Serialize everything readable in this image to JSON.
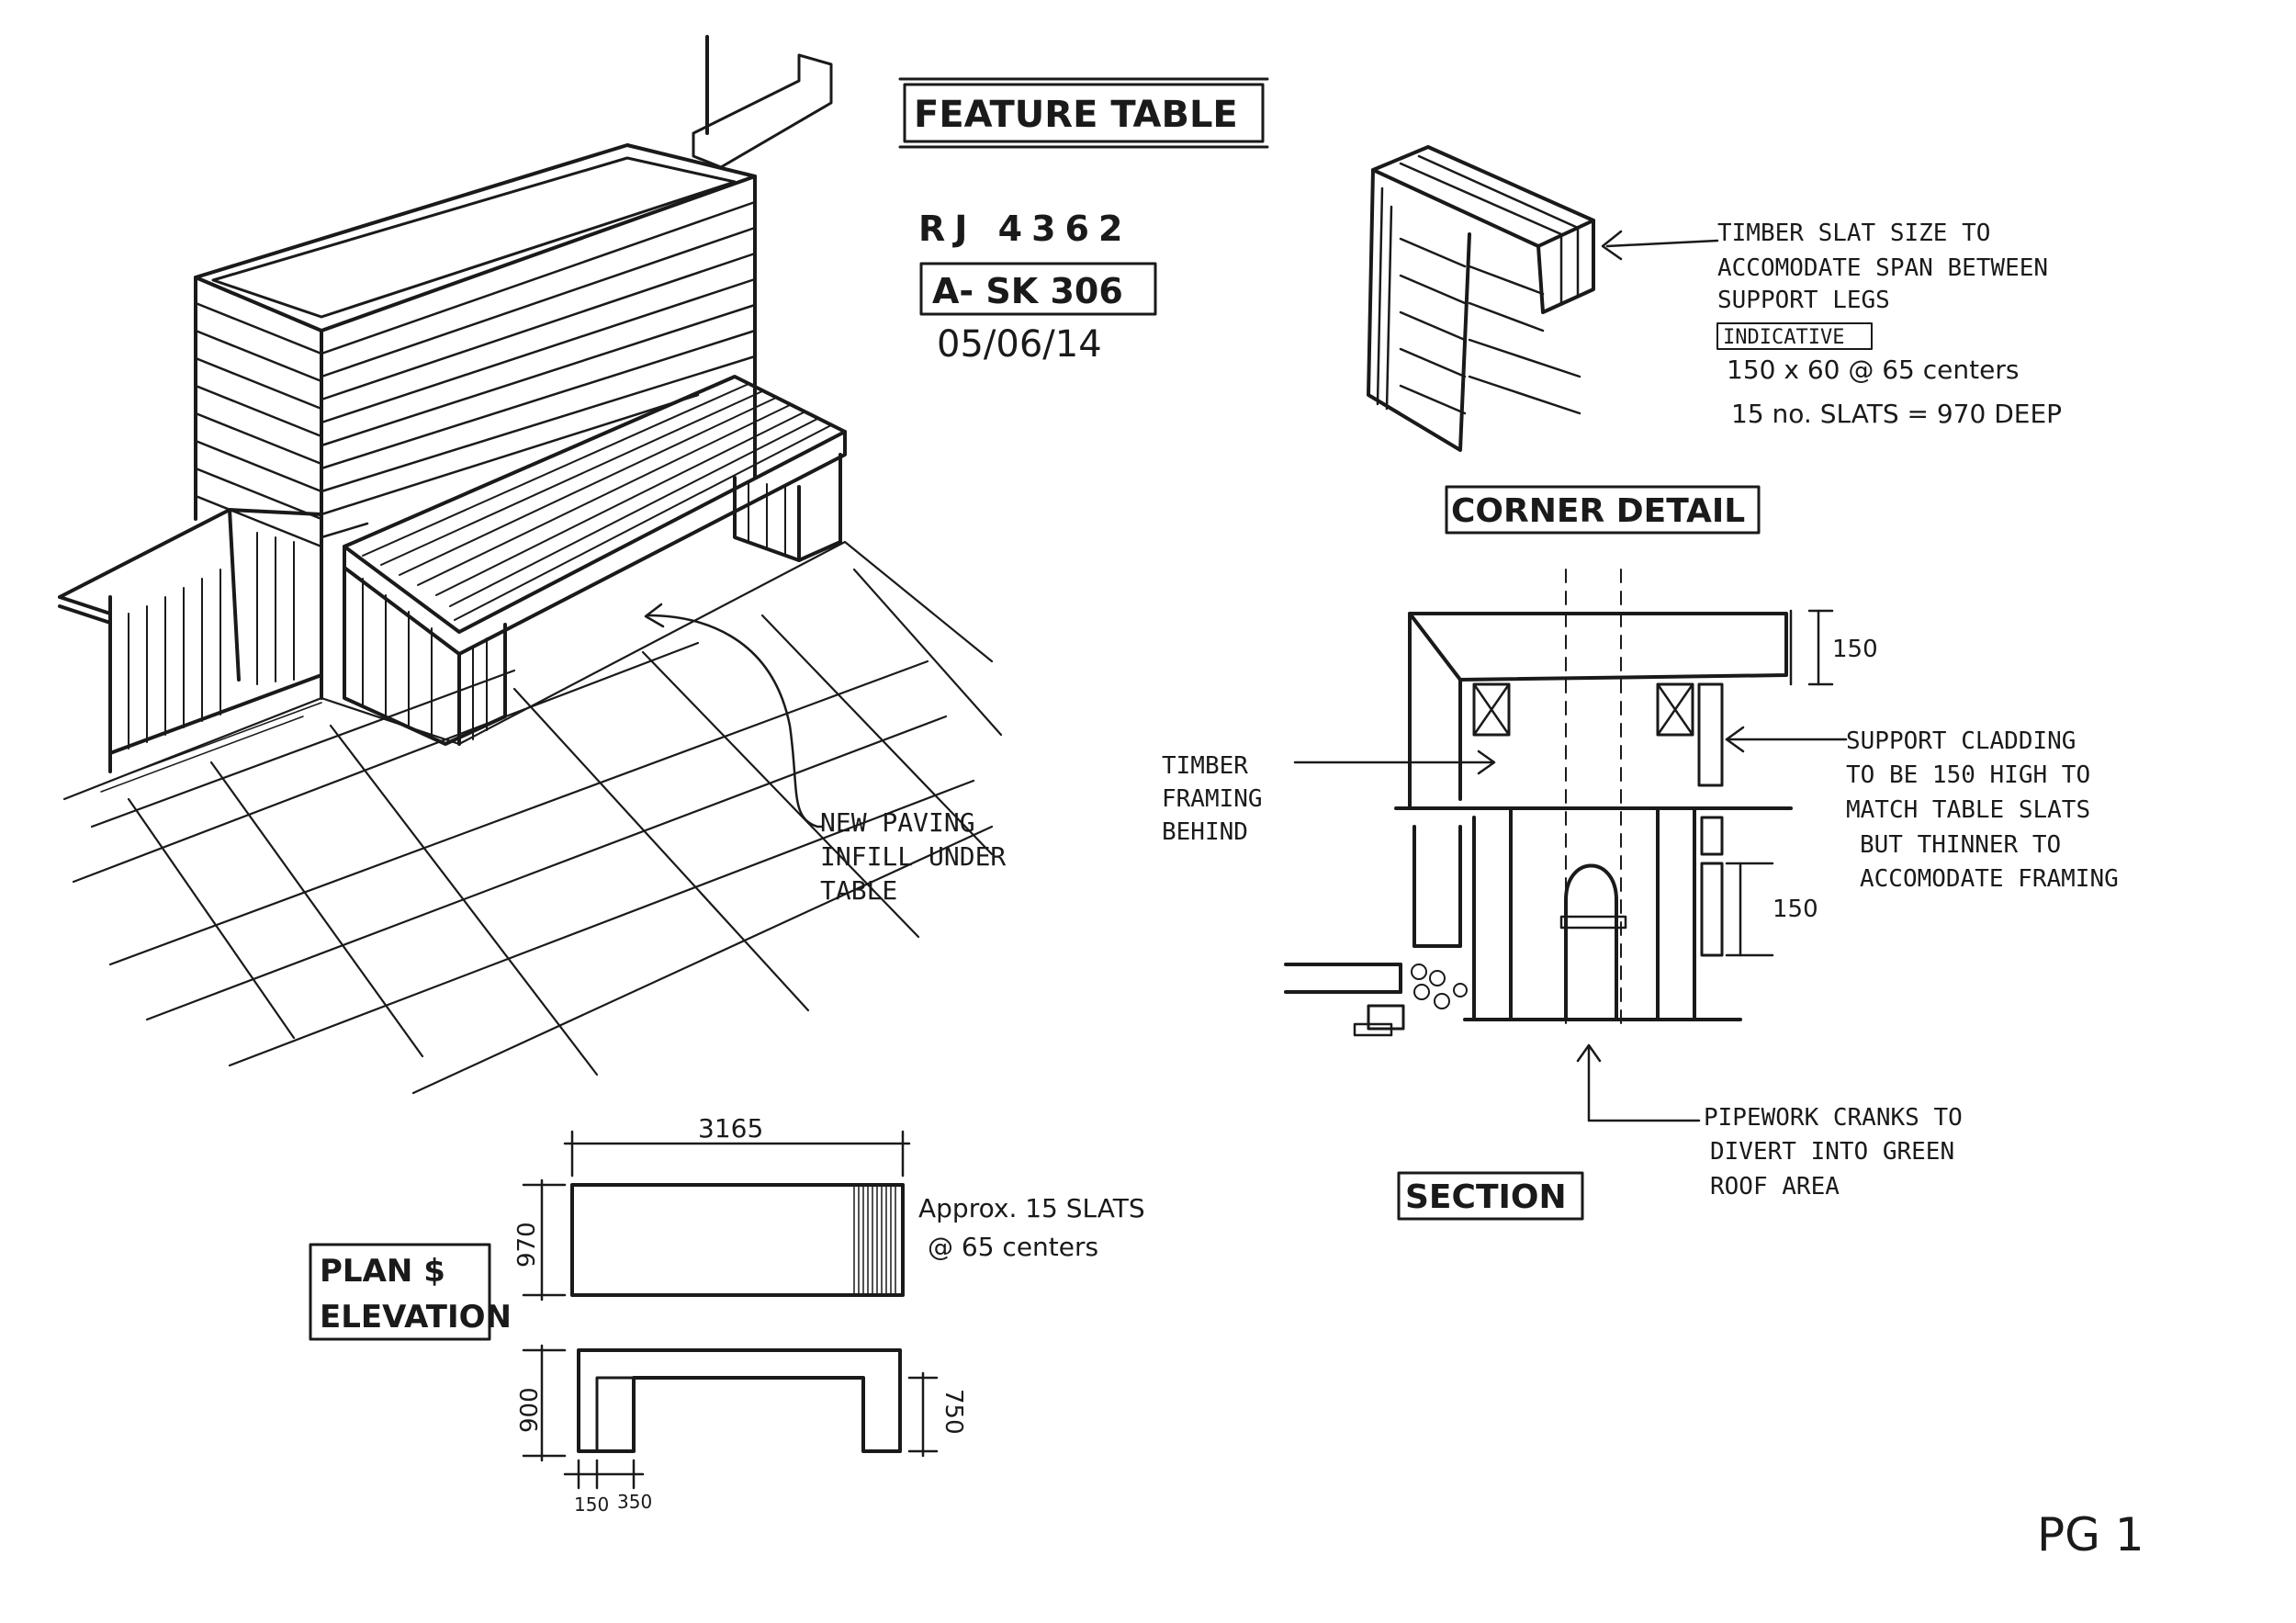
{
  "sheet": {
    "title": "FEATURE TABLE",
    "project_ref": "RJ 4362",
    "sketch_ref": "A- SK 306",
    "date": "05/06/14",
    "page": "PG 1"
  },
  "perspective": {
    "paving_note": [
      "NEW PAVING",
      "INFILL UNDER",
      "TABLE"
    ]
  },
  "corner_detail": {
    "heading": "CORNER DETAIL",
    "note": [
      "TIMBER SLAT SIZE TO",
      "ACCOMODATE SPAN BETWEEN",
      "SUPPORT LEGS"
    ],
    "indicative": "INDICATIVE",
    "slat_size": "150 x 60 @ 65 centers",
    "slat_count": "15 no. SLATS = 970 DEEP"
  },
  "section": {
    "heading": "SECTION",
    "dim_top": "150",
    "dim_side": "150",
    "framing_note": [
      "TIMBER",
      "FRAMING",
      "BEHIND"
    ],
    "cladding_note": [
      "SUPPORT CLADDING",
      "TO BE 150 HIGH TO",
      "MATCH TABLE SLATS",
      "BUT THINNER TO",
      "ACCOMODATE FRAMING"
    ],
    "pipework_note": [
      "PIPEWORK CRANKS TO",
      "DIVERT INTO GREEN",
      "ROOF AREA"
    ]
  },
  "plan_elevation": {
    "heading": [
      "PLAN $",
      "ELEVATION"
    ],
    "length": "3165",
    "depth": "970",
    "height": "900",
    "leg_height": "750",
    "leg_width": "150",
    "leg_depth": "350",
    "slats_note": [
      "Approx. 15 SLATS",
      "@ 65 centers"
    ]
  }
}
